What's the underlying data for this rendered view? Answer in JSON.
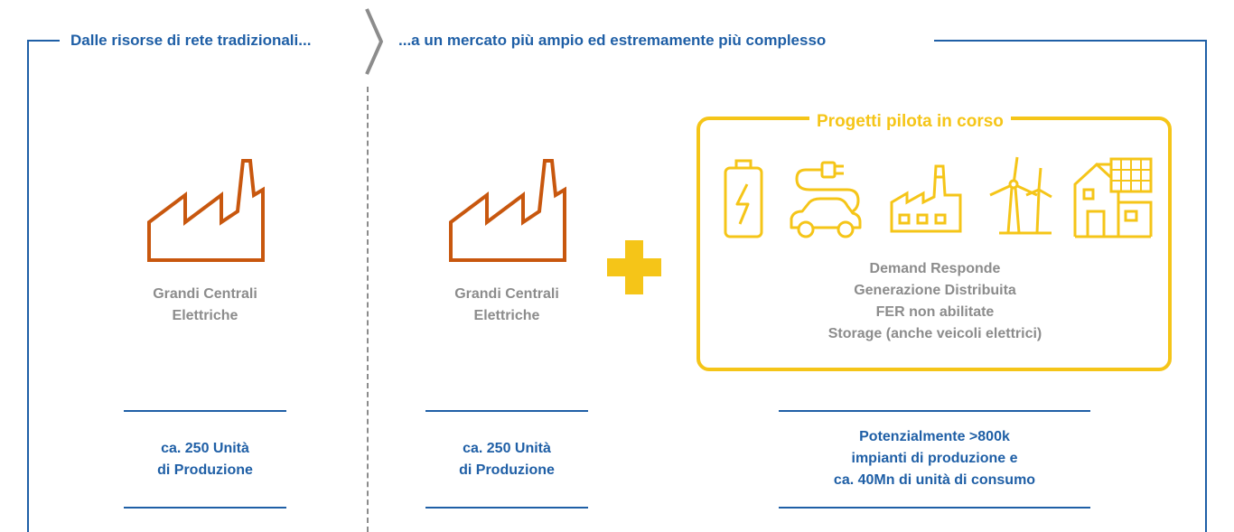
{
  "header": {
    "left_title": "Dalle risorse di rete tradizionali...",
    "right_title": "...a un mercato più ampio ed estremamente più complesso"
  },
  "left_panel": {
    "asset_label_line1": "Grandi Centrali",
    "asset_label_line2": "Elettriche",
    "units_line1": "ca. 250 Unità",
    "units_line2": "di Produzione"
  },
  "right_panel": {
    "asset_label_line1": "Grandi Centrali",
    "asset_label_line2": "Elettriche",
    "units_line1": "ca. 250 Unità",
    "units_line2": "di Produzione",
    "pilot": {
      "title": "Progetti pilota in corso",
      "icons": [
        "battery-icon",
        "electric-car-icon",
        "factory-icon",
        "wind-turbine-icon",
        "solar-house-icon"
      ],
      "items": [
        "Demand Responde",
        "Generazione Distribuita",
        "FER non abilitate",
        "Storage (anche veicoli elettrici)"
      ]
    },
    "potential_line1": "Potenzialmente >800k",
    "potential_line2": "impianti di produzione e",
    "potential_line3": "ca. 40Mn di unità di consumo"
  },
  "colors": {
    "blue": "#1f5fa6",
    "orange": "#c8570e",
    "yellow": "#f5c518",
    "grey": "#8c8c8c"
  }
}
